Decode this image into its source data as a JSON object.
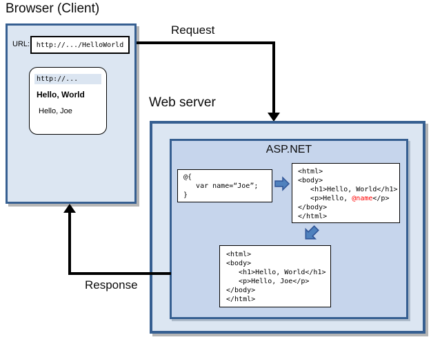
{
  "colors": {
    "accent-border": "#365f91",
    "panel-fill": "#dce6f2",
    "aspnet-fill": "#c6d5ec",
    "arrow-fill": "#4f81bd",
    "arrow-stroke": "#2f5496",
    "address-highlight": "#dbe5f1",
    "code-red": "#ff0000"
  },
  "browser": {
    "title": "Browser (Client)",
    "url_label": "URL:",
    "url_value": "http://.../HelloWorld",
    "window": {
      "address": "http://...",
      "heading": "Hello, World",
      "body_text": "Hello, Joe"
    }
  },
  "server": {
    "title": "Web server",
    "aspnet_title": "ASP.NET"
  },
  "arrows": {
    "request_label": "Request",
    "response_label": "Response"
  },
  "code": {
    "razor": [
      [
        {
          "t": "@{"
        }
      ],
      [
        {
          "t": "   var name=“Joe”;"
        }
      ],
      [
        {
          "t": "}"
        }
      ]
    ],
    "template": [
      [
        {
          "t": "<html>"
        }
      ],
      [
        {
          "t": "<body>"
        }
      ],
      [
        {
          "t": "   <h1>Hello, World</h1>"
        }
      ],
      [
        {
          "t": "   <p>Hello, "
        },
        {
          "t": "@name",
          "color": "#ff0000"
        },
        {
          "t": "</p>"
        }
      ],
      [
        {
          "t": "</body>"
        }
      ],
      [
        {
          "t": "</html>"
        }
      ]
    ],
    "rendered": [
      [
        {
          "t": "<html>"
        }
      ],
      [
        {
          "t": "<body>"
        }
      ],
      [
        {
          "t": "   <h1>Hello, World</h1>"
        }
      ],
      [
        {
          "t": "   <p>Hello, Joe</p>"
        }
      ],
      [
        {
          "t": "</body>"
        }
      ],
      [
        {
          "t": "</html>"
        }
      ]
    ]
  }
}
